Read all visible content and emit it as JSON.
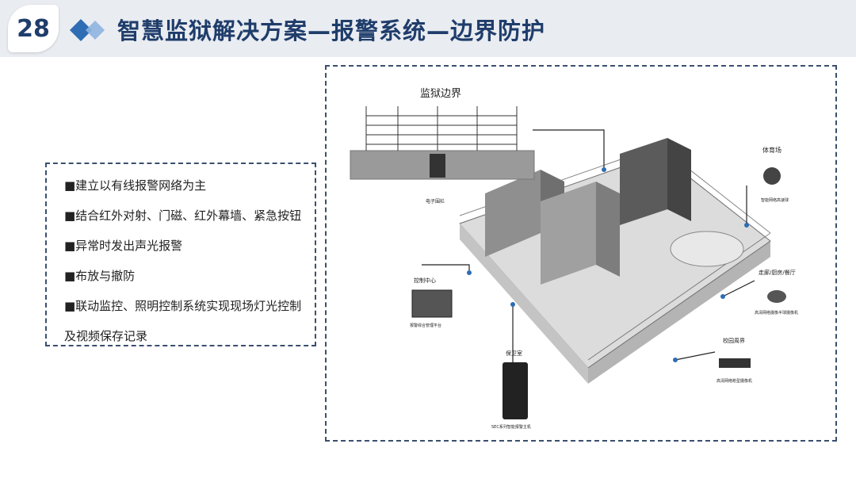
{
  "page_number": "28",
  "title": "智慧监狱解决方案—报警系统—边界防护",
  "bullets": [
    "■建立以有线报警网络为主",
    "■结合红外对射、门磁、红外幕墙、紧急按钮",
    "■异常时发出声光报警",
    "■布放与撤防",
    "■联动监控、照明控制系统实现现场灯光控制",
    "及视频保存记录"
  ],
  "illustration": {
    "fence_label": "监狱边界",
    "fence_caption": "电子围栏",
    "gym_label": "体育场",
    "gym_caption": "智能网络高速球",
    "corridor_label": "走廊/厨房/餐厅",
    "corridor_caption": "高清网络摄像半球摄像机",
    "control_label": "控制中心",
    "control_caption": "报警综合管理平台",
    "guard_label": "保卫室",
    "guard_caption": "SEC系列智能报警主机",
    "perimeter_label": "校园周界",
    "perimeter_caption": "高清网络枪型摄像机"
  },
  "colors": {
    "title": "#1f3d6b",
    "accent": "#2e6db4",
    "header_bg": "#e9ecf1"
  }
}
